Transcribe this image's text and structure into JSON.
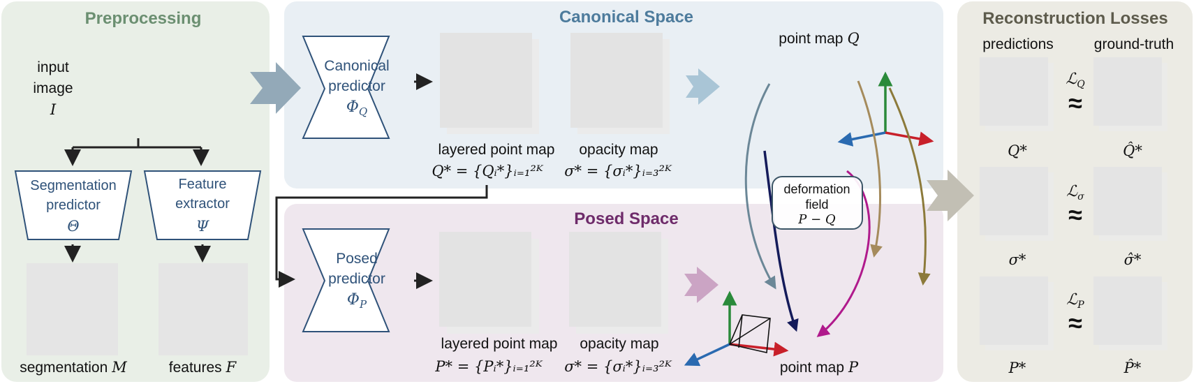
{
  "panels": {
    "preprocessing": {
      "title": "Preprocessing",
      "color": "#6b8f71"
    },
    "canonical": {
      "title": "Canonical Space",
      "color": "#4d7b9c"
    },
    "posed": {
      "title": "Posed Space",
      "color": "#6e2b6a"
    },
    "losses": {
      "title": "Reconstruction Losses",
      "color": "#5d5b4c"
    }
  },
  "preprocessing": {
    "input_label": [
      "input",
      "image",
      "I"
    ],
    "segmentation": {
      "line1": "Segmentation",
      "line2": "predictor",
      "symbol": "Θ",
      "output_label": "segmentation",
      "output_symbol": "M"
    },
    "feature": {
      "line1": "Feature",
      "line2": "extractor",
      "symbol": "Ψ",
      "output_label": "features",
      "output_symbol": "F"
    }
  },
  "canonical": {
    "predictor": {
      "line1": "Canonical",
      "line2": "predictor",
      "symbol": "Φ",
      "sub": "Q"
    },
    "layered_label": "layered point map",
    "layered_formula": "Q* = {Qᵢ*}ᵢ₌₁²ᴷ",
    "opacity_label": "opacity map",
    "opacity_formula": "σ* = {σᵢ*}ᵢ₌₃²ᴷ",
    "point_map_label": "point map",
    "point_map_symbol": "Q"
  },
  "posed": {
    "predictor": {
      "line1": "Posed",
      "line2": "predictor",
      "symbol": "Φ",
      "sub": "P"
    },
    "layered_label": "layered point map",
    "layered_formula": "P* = {Pᵢ*}ᵢ₌₁²ᴷ",
    "opacity_label": "opacity map",
    "opacity_formula": "σ* = {σᵢ*}ᵢ₌₃²ᴷ",
    "point_map_label": "point map",
    "point_map_symbol": "P"
  },
  "deformation": {
    "line1": "deformation",
    "line2": "field",
    "line3": "P − Q"
  },
  "losses": {
    "col_predictions": "predictions",
    "col_ground_truth": "ground-truth",
    "approx": "≈",
    "rows": [
      {
        "loss": "ℒ",
        "loss_sub": "Q",
        "pred": "Q*",
        "gt": "Q̂*"
      },
      {
        "loss": "ℒ",
        "loss_sub": "σ",
        "pred": "σ*",
        "gt": "σ̂*"
      },
      {
        "loss": "ℒ",
        "loss_sub": "P",
        "pred": "P*",
        "gt": "P̂*"
      }
    ]
  }
}
